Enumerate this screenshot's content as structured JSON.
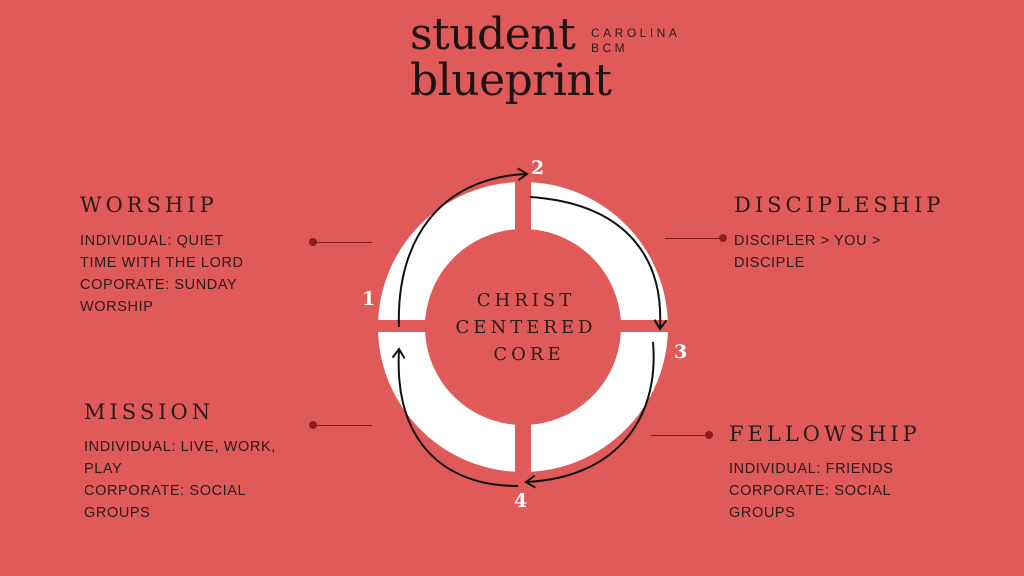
{
  "header": {
    "title_line1": "student",
    "title_line2": "blueprint",
    "org_line1": "CAROLINA",
    "org_line2": "BCM"
  },
  "core": {
    "line1": "CHRIST",
    "line2": "CENTERED",
    "line3": "CORE"
  },
  "steps": [
    "1",
    "2",
    "3",
    "4"
  ],
  "sections": {
    "worship": {
      "heading": "WORSHIP",
      "lines": [
        "INDIVIDUAL: QUIET",
        "TIME WITH THE LORD",
        "COPORATE: SUNDAY",
        "WORSHIP"
      ]
    },
    "discipleship": {
      "heading": "DISCIPLESHIP",
      "lines": [
        "DISCIPLER  > YOU >",
        "DISCIPLE"
      ]
    },
    "mission": {
      "heading": "MISSION",
      "lines": [
        "INDIVIDUAL: LIVE, WORK,",
        "PLAY",
        "CORPORATE: SOCIAL",
        "GROUPS"
      ]
    },
    "fellowship": {
      "heading": "FELLOWSHIP",
      "lines": [
        "INDIVIDUAL: FRIENDS",
        "CORPORATE: SOCIAL",
        "GROUPS"
      ]
    }
  },
  "colors": {
    "background": "#df5a58",
    "ring": "#ffffff",
    "text": "#2a1c1c",
    "connector_dot": "#8f1d1d"
  }
}
